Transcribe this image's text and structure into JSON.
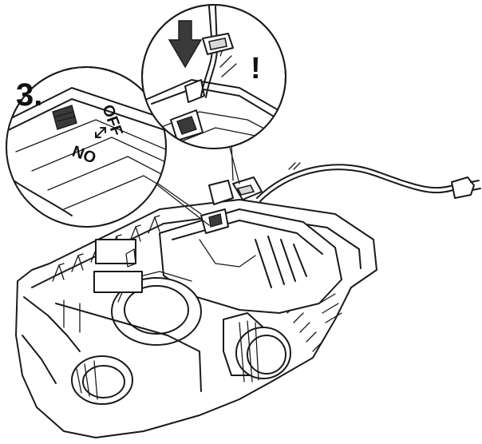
{
  "step": {
    "number": "3."
  },
  "switch_detail": {
    "off_label": "OFF",
    "on_label": "ON"
  },
  "cable_detail": {
    "warning_mark": "!"
  }
}
